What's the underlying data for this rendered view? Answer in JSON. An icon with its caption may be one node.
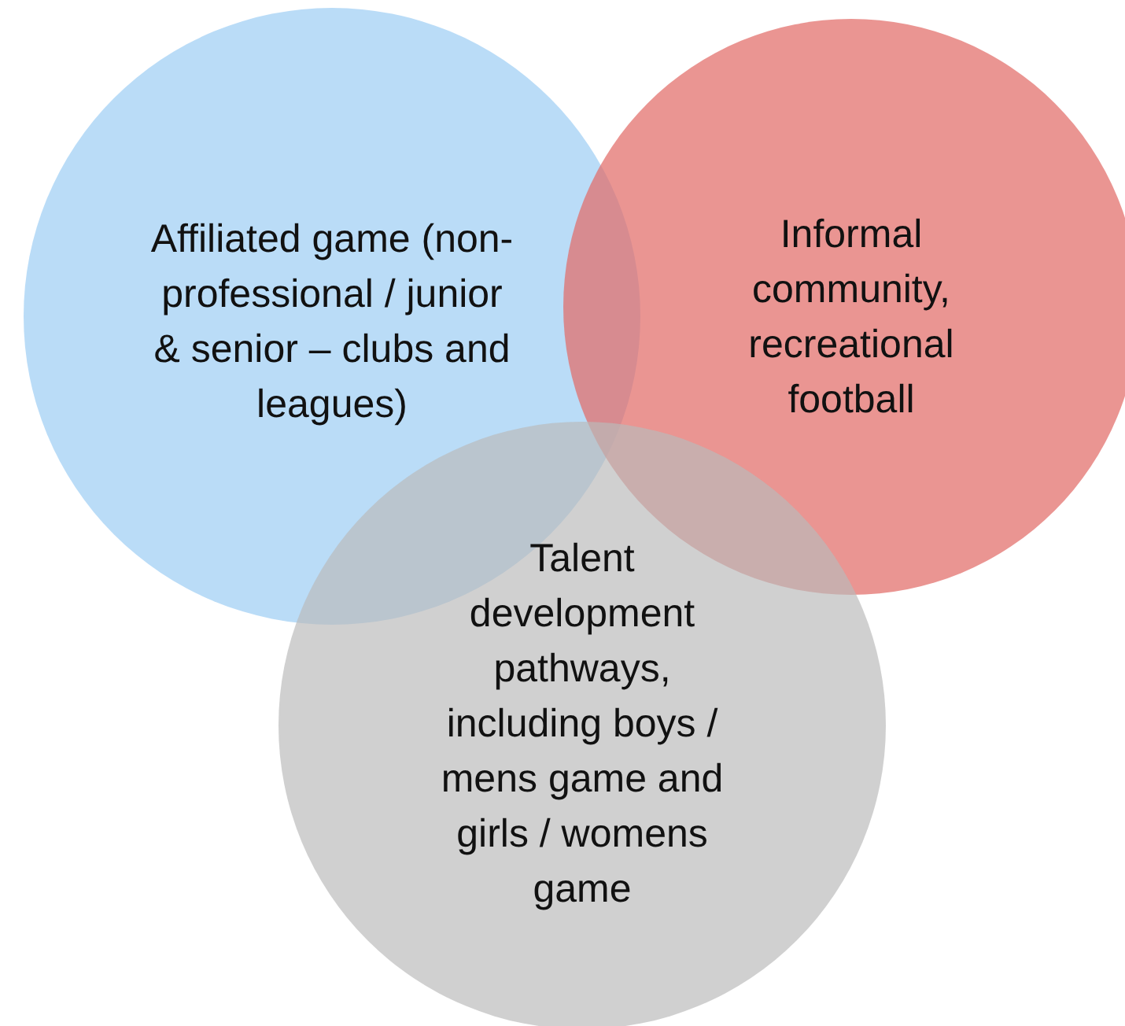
{
  "diagram": {
    "nodes": [
      {
        "text": [
          "Affiliated game (non-professional / junior & senior – clubs and leagues)"
        ]
      },
      {
        "text": [
          "Informal community, recreational football"
        ]
      },
      {
        "text": [
          "Talent development pathways, including boys / mens game and girls / womens game"
        ]
      }
    ]
  }
}
